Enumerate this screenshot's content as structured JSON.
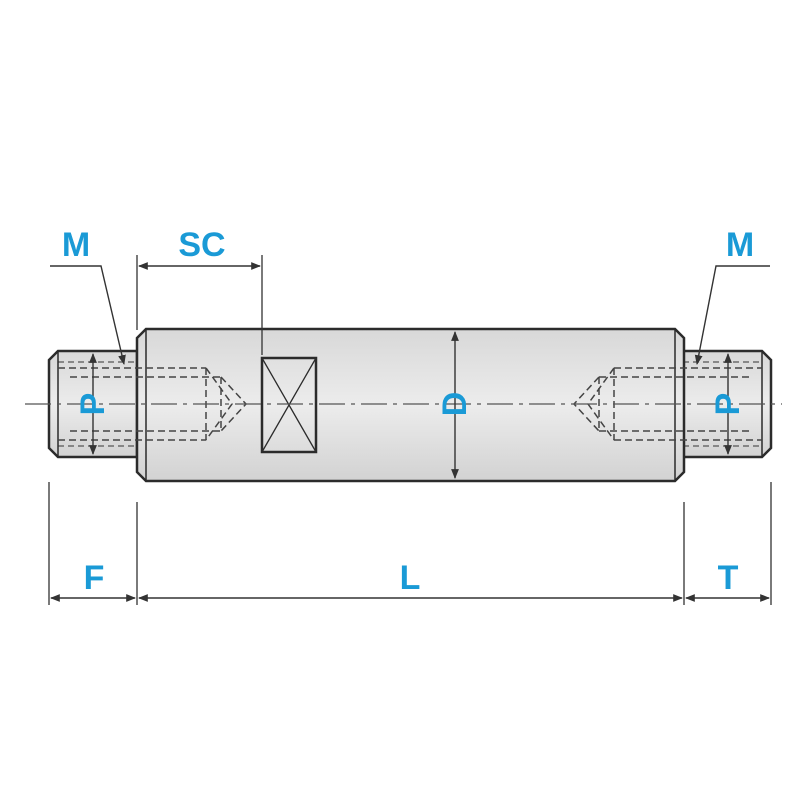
{
  "labels": {
    "m_left": "M",
    "m_right": "M",
    "sc": "SC",
    "p_left": "P",
    "p_right": "P",
    "d": "D",
    "f": "F",
    "l": "L",
    "t": "T"
  },
  "colors": {
    "label": "#1a9ad6",
    "outline": "#2b2b2b",
    "body_fill": "#e6e6e6",
    "line": "#333333"
  }
}
